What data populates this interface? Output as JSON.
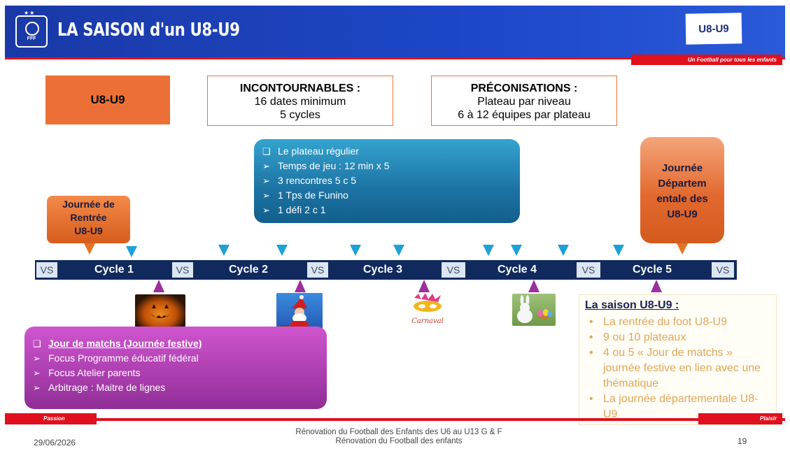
{
  "header": {
    "title": "LA SAISON d'un U8-U9",
    "badge": "U8-U9",
    "slogan": "Un Football pour tous les enfants",
    "logo_text": "FFF"
  },
  "top_boxes": {
    "category": "U8-U9",
    "incontournables": {
      "title": "INCONTOURNABLES :",
      "lines": [
        "16 dates minimum",
        "5 cycles"
      ]
    },
    "preconisations": {
      "title": "PRÉCONISATIONS :",
      "lines": [
        "Plateau par niveau",
        "6 à 12 équipes par plateau"
      ]
    }
  },
  "plateau_box": {
    "items": [
      {
        "marker": "❑",
        "text": "Le plateau régulier"
      },
      {
        "marker": "➢",
        "text": "Temps de jeu : 12 min x 5"
      },
      {
        "marker": "➢",
        "text": "3 rencontres 5 c 5"
      },
      {
        "marker": "➢",
        "text": "1 Tps de Funino"
      },
      {
        "marker": "➢",
        "text": "1 défi 2 c 1"
      }
    ]
  },
  "rentree_bubble": {
    "lines": [
      "Journée de",
      "Rentrée",
      "U8-U9"
    ]
  },
  "departementale_bubble": {
    "lines": [
      "Journée",
      "Départem",
      "entale des",
      "U8-U9"
    ]
  },
  "timeline": {
    "vs_label": "VS",
    "cycles": [
      "Cycle 1",
      "Cycle 2",
      "Cycle 3",
      "Cycle 4",
      "Cycle 5"
    ]
  },
  "pictures": {
    "carnaval_text": "Carnaval"
  },
  "festive_box": {
    "items": [
      {
        "marker": "❑",
        "text": "Jour de matchs (Journée festive)"
      },
      {
        "marker": "➢",
        "text": "Focus Programme éducatif fédéral"
      },
      {
        "marker": "➢",
        "text": "Focus Atelier parents"
      },
      {
        "marker": "➢",
        "text": "Arbitrage : Maitre de lignes"
      }
    ]
  },
  "saison_box": {
    "title": "La saison U8-U9 :",
    "items": [
      "La rentrée du foot U8-U9",
      "9 ou 10 plateaux",
      "4 ou 5 « Jour de matchs » journée festive en lien avec une thématique",
      "La journée départementale U8-U9"
    ]
  },
  "footer": {
    "passion": "Passion",
    "plaisir": "Plaisir",
    "date": "29/06/2026",
    "line1": "Rénovation du Football des Enfants des U6 au U13 G & F",
    "line2": "Rénovation du Football des enfants",
    "page": "19"
  },
  "colors": {
    "header_blue": "#1d47c8",
    "accent_red": "#e0101e",
    "orange": "#ec7035",
    "timeline_navy": "#102a5e",
    "marker_blue": "#1ea0d6",
    "marker_purple": "#9b2f9b",
    "saison_text": "#e0a65a"
  }
}
